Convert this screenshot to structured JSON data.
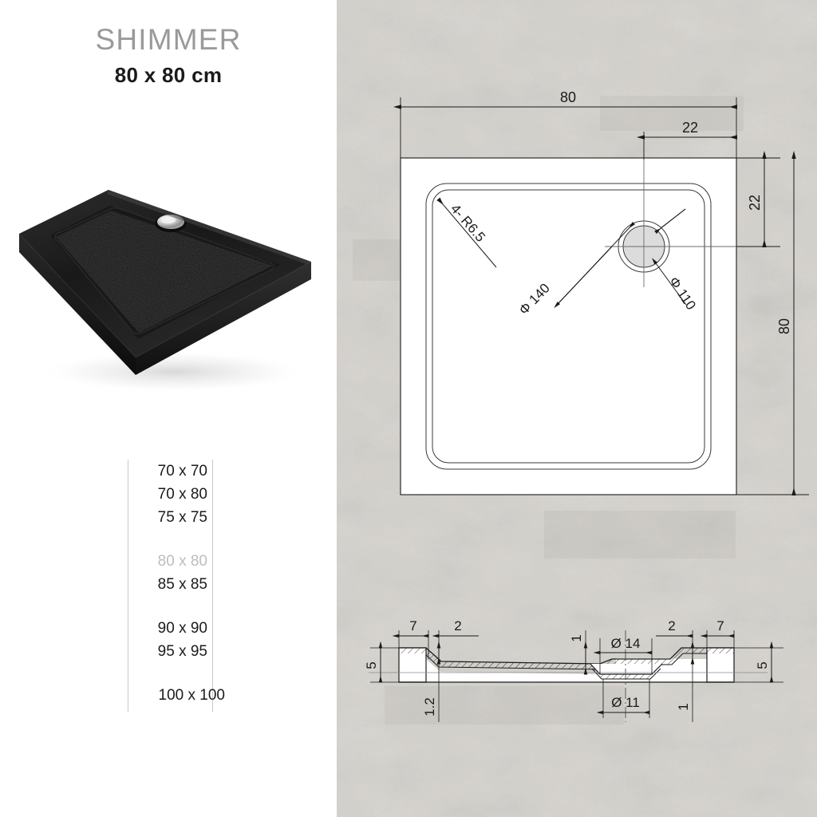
{
  "product": {
    "name": "SHIMMER",
    "size": "80 x 80 cm"
  },
  "photo": {
    "alt_name": "black-square-shower-tray",
    "body_color": "#1a1a1a",
    "drain_color": "#c8c8c8"
  },
  "size_list": {
    "current": "80 x 80",
    "items": [
      {
        "label": "70 x 70",
        "current": false,
        "gap_after": false
      },
      {
        "label": "70 x 80",
        "current": false,
        "gap_after": false
      },
      {
        "label": "75 x 75",
        "current": false,
        "gap_after": true
      },
      {
        "label": "80 x 80",
        "current": true,
        "gap_after": false
      },
      {
        "label": "85 x 85",
        "current": false,
        "gap_after": true
      },
      {
        "label": "90 x 90",
        "current": false,
        "gap_after": false
      },
      {
        "label": "95 x 95",
        "current": false,
        "gap_after": true
      },
      {
        "label": "100 x 100",
        "current": false,
        "gap_after": false
      }
    ]
  },
  "drawing": {
    "background_color": "#d4d1cc",
    "line_color": "#1a1a1a",
    "plan_view": {
      "name": "top-view",
      "dim_width": "80",
      "dim_height": "80",
      "dim_drain_x": "22",
      "dim_drain_y": "22",
      "corner_radius": "4- R6.5",
      "drain_outer": "Φ 140",
      "drain_inner": "Φ 110"
    },
    "section_view": {
      "name": "cross-section-view",
      "dim_edge_left": "7",
      "dim_step_left": "2",
      "dim_height_left": "5",
      "dim_slope_left": "1.2",
      "dim_recess_left": "1",
      "dim_drain_upper": "Ø 14",
      "dim_drain_lower": "Ø 11",
      "dim_step_right": "2",
      "dim_edge_right": "7",
      "dim_height_right": "5",
      "dim_recess_right": "1"
    }
  }
}
